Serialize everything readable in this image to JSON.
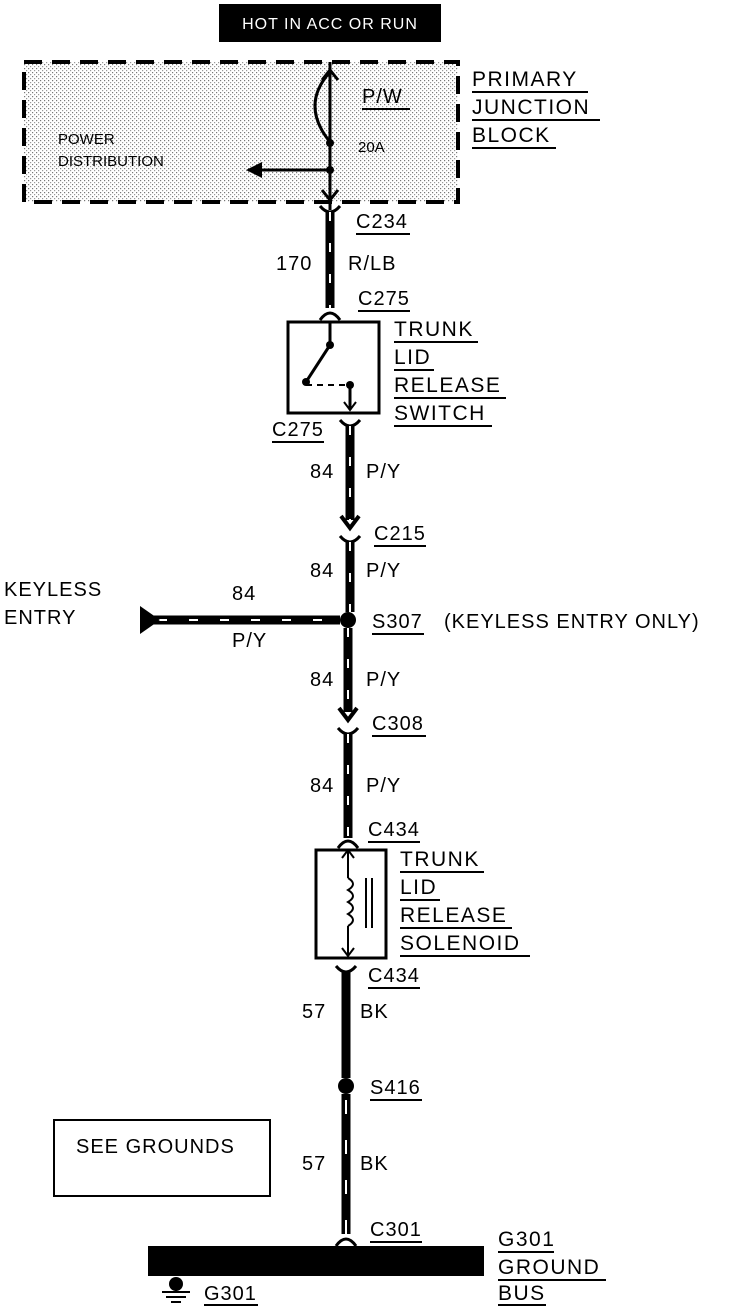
{
  "header": "HOT IN ACC OR RUN",
  "junction_block": {
    "lines": [
      "PRIMARY",
      "JUNCTION",
      "BLOCK"
    ],
    "fuse_wire": "P/W",
    "fuse_rating": "20A",
    "power_distribution": [
      "POWER",
      "DISTRIBUTION"
    ]
  },
  "connectors": {
    "c234": "C234",
    "c275_top": "C275",
    "c275_bottom": "C275",
    "c215": "C215",
    "c308": "C308",
    "c434_top": "C434",
    "c434_bottom": "C434",
    "c301": "C301"
  },
  "wires": {
    "w170_num": "170",
    "w170_color": "R/LB",
    "w84a_num": "84",
    "w84a_color": "P/Y",
    "w84b_num": "84",
    "w84b_color": "P/Y",
    "w84c_num": "84",
    "w84c_color": "P/Y",
    "w84d_num": "84",
    "w84d_color": "P/Y",
    "w84_keyless_num": "84",
    "w84_keyless_color": "P/Y",
    "w57a_num": "57",
    "w57a_color": "BK",
    "w57b_num": "57",
    "w57b_color": "BK"
  },
  "switch": {
    "lines": [
      "TRUNK",
      "LID",
      "RELEASE",
      "SWITCH"
    ]
  },
  "solenoid": {
    "lines": [
      "TRUNK",
      "LID",
      "RELEASE",
      "SOLENOID"
    ]
  },
  "keyless": {
    "lines": [
      "KEYLESS",
      "ENTRY"
    ],
    "splice": "S307",
    "note": "(KEYLESS ENTRY ONLY)"
  },
  "splice_s416": "S416",
  "see_grounds": "SEE GROUNDS",
  "ground_bus": {
    "lines": [
      "G301",
      "GROUND",
      "BUS"
    ]
  },
  "ground_point": "G301"
}
